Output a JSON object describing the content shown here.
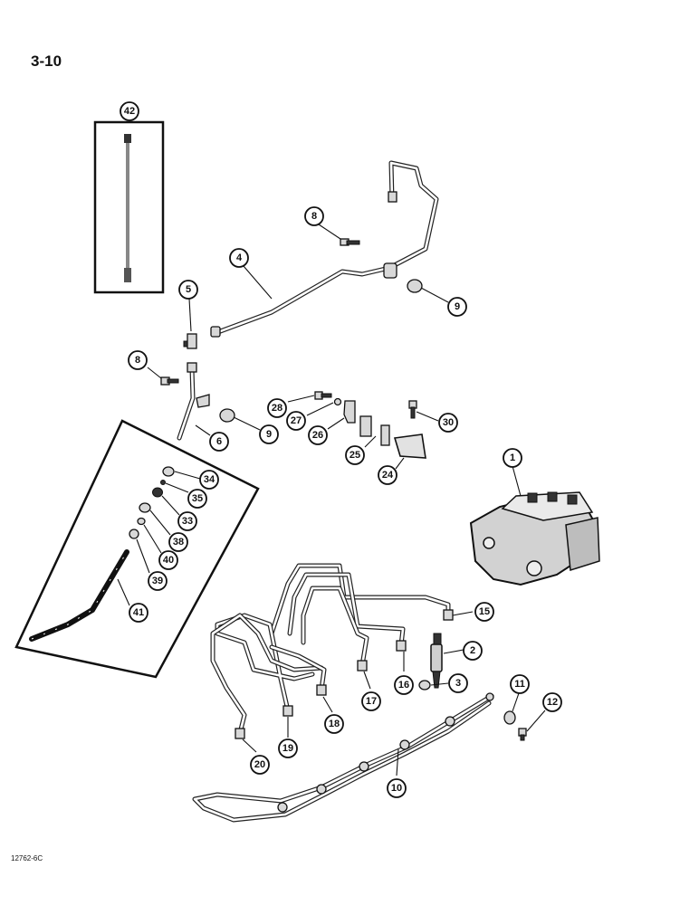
{
  "page_number": "3-10",
  "figure_code": "12762-6C",
  "callouts": [
    {
      "label": "42"
    },
    {
      "label": "8"
    },
    {
      "label": "4"
    },
    {
      "label": "9"
    },
    {
      "label": "5"
    },
    {
      "label": "8"
    },
    {
      "label": "28"
    },
    {
      "label": "27"
    },
    {
      "label": "26"
    },
    {
      "label": "30"
    },
    {
      "label": "9"
    },
    {
      "label": "6"
    },
    {
      "label": "25"
    },
    {
      "label": "24"
    },
    {
      "label": "1"
    },
    {
      "label": "34"
    },
    {
      "label": "35"
    },
    {
      "label": "33"
    },
    {
      "label": "38"
    },
    {
      "label": "40"
    },
    {
      "label": "39"
    },
    {
      "label": "41"
    },
    {
      "label": "15"
    },
    {
      "label": "2"
    },
    {
      "label": "16"
    },
    {
      "label": "3"
    },
    {
      "label": "17"
    },
    {
      "label": "11"
    },
    {
      "label": "12"
    },
    {
      "label": "18"
    },
    {
      "label": "19"
    },
    {
      "label": "20"
    },
    {
      "label": "10"
    }
  ]
}
